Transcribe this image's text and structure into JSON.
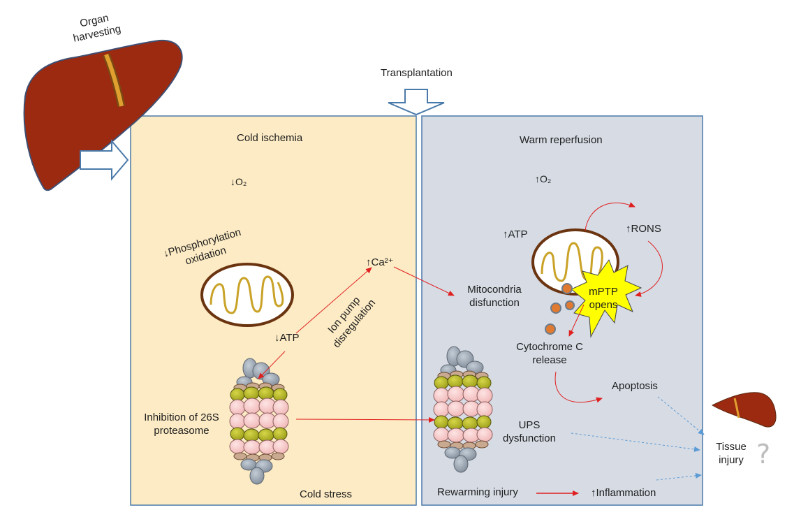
{
  "top": {
    "organ_harvesting": "Organ harvesting",
    "transplantation": "Transplantation"
  },
  "cold_panel": {
    "title": "Cold ischemia",
    "o2": "↓O₂",
    "phosphorylation": "↓Phosphorylation oxidation",
    "atp": "↓ATP",
    "ca": "↑Ca²⁺",
    "ion_pump": "Ion pump disregulation",
    "proteasome": "Inhibition of 26S proteasome",
    "cold_stress": "Cold stress"
  },
  "warm_panel": {
    "title": "Warm reperfusion",
    "o2": "↑O₂",
    "atp": "↑ATP",
    "rons": "↑RONS",
    "mito": "Mitocondria disfunction",
    "mptp": "mPTP opens",
    "cytochrome": "Cytochrome C release",
    "apoptosis": "Apoptosis",
    "ups": "UPS dysfunction",
    "rewarming": "Rewarming injury",
    "inflammation": "↑Inflammation"
  },
  "outcome": {
    "tissue_injury": "Tissue injury",
    "question": "?"
  },
  "colors": {
    "liver": "#9b2a10",
    "cold_bg": "#fcebc4",
    "warm_bg": "#d6dbe4",
    "panel_border": "#4a7aaa",
    "red_arrow": "#e02020",
    "blue_dash": "#5b9bd5",
    "mito_outer": "#6b3410",
    "mito_inner": "#c9a227",
    "mptp_star": "#ffff00",
    "orange_dot": "#e07a30"
  }
}
